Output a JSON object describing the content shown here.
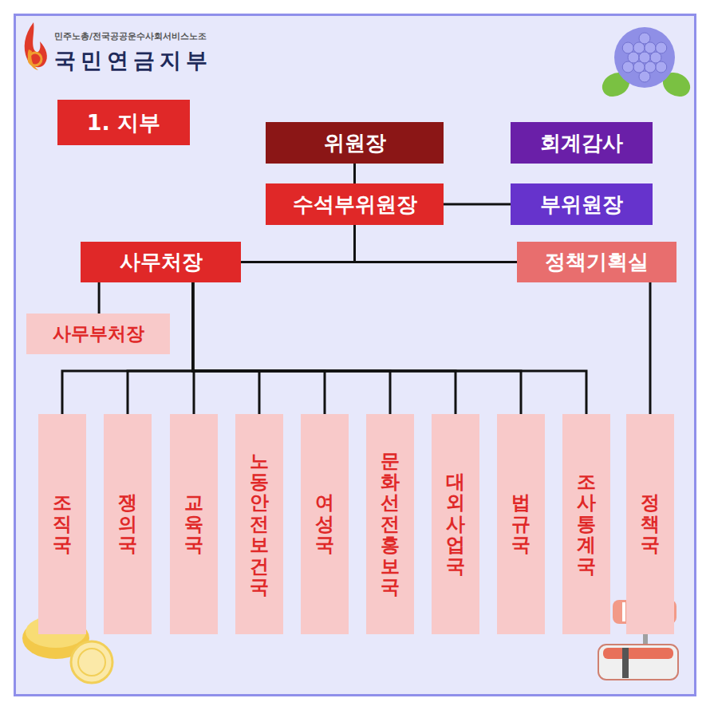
{
  "diagram": {
    "nodes": [
      {
        "text": [
          "1. 지부"
        ]
      },
      {
        "text": [
          "위원장"
        ]
      },
      {
        "text": [
          "회계감사"
        ]
      },
      {
        "text": [
          "수석부위원장"
        ]
      },
      {
        "text": [
          "부위원장"
        ]
      },
      {
        "text": [
          "사무처장"
        ]
      },
      {
        "text": [
          "정책기획실"
        ]
      },
      {
        "text": [
          "사무부처장"
        ]
      },
      {
        "text": [
          "조직국"
        ]
      },
      {
        "text": [
          "쟁의국"
        ]
      },
      {
        "text": [
          "교육국"
        ]
      },
      {
        "text": [
          "노동안전보건국"
        ]
      },
      {
        "text": [
          "여성국"
        ]
      },
      {
        "text": [
          "문화선전홍보국"
        ]
      },
      {
        "text": [
          "대외사업국"
        ]
      },
      {
        "text": [
          "법규국"
        ]
      },
      {
        "text": [
          "조사통계국"
        ]
      },
      {
        "text": [
          "정책국"
        ]
      }
    ],
    "edges": [
      {
        "from": 1,
        "to": 3,
        "arrow": "none"
      },
      {
        "from": 3,
        "to": 4,
        "arrow": "none"
      },
      {
        "from": 3,
        "to": 5,
        "arrow": "none"
      },
      {
        "from": 3,
        "to": 6,
        "arrow": "none"
      },
      {
        "from": 5,
        "to": 7,
        "arrow": "none"
      },
      {
        "from": 5,
        "to": 8,
        "arrow": "none"
      },
      {
        "from": 5,
        "to": 9,
        "arrow": "none"
      },
      {
        "from": 5,
        "to": 10,
        "arrow": "none"
      },
      {
        "from": 5,
        "to": 11,
        "arrow": "none"
      },
      {
        "from": 5,
        "to": 12,
        "arrow": "none"
      },
      {
        "from": 5,
        "to": 13,
        "arrow": "none"
      },
      {
        "from": 5,
        "to": 14,
        "arrow": "none"
      },
      {
        "from": 5,
        "to": 15,
        "arrow": "none"
      },
      {
        "from": 5,
        "to": 16,
        "arrow": "none"
      },
      {
        "from": 6,
        "to": 17,
        "arrow": "none"
      }
    ],
    "labels": [
      "민주노총/전국공공운수사회서비스노조",
      "국민연금지부"
    ]
  }
}
